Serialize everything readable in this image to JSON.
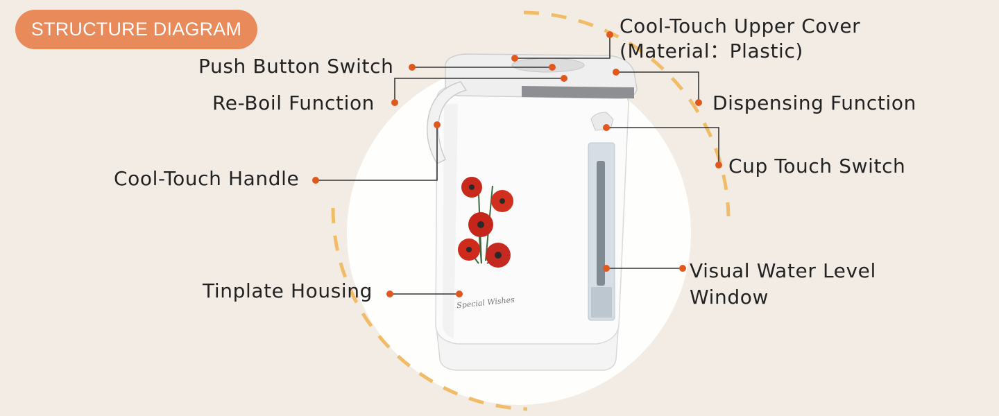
{
  "header": {
    "title": "STRUCTURE DIAGRAM"
  },
  "colors": {
    "background": "#f2ece5",
    "accent_orange": "#e98a5a",
    "dot_orange": "#e0581d",
    "dashed_ring": "#f1bc67",
    "line_color": "#333333",
    "text": "#222222"
  },
  "product": {
    "image_text_line1": "Special Wishes"
  },
  "callouts": {
    "cool_touch_upper_cover_line1": "Cool-Touch Upper Cover",
    "cool_touch_upper_cover_line2": "(Material：Plastic)",
    "push_button_switch": "Push Button Switch",
    "re_boil_function": "Re-Boil Function",
    "dispensing_function": "Dispensing Function",
    "cup_touch_switch": "Cup Touch Switch",
    "cool_touch_handle": "Cool-Touch Handle",
    "tinplate_housing": "Tinplate Housing",
    "visual_water_level_line1": "Visual Water Level",
    "visual_water_level_line2": "Window"
  }
}
